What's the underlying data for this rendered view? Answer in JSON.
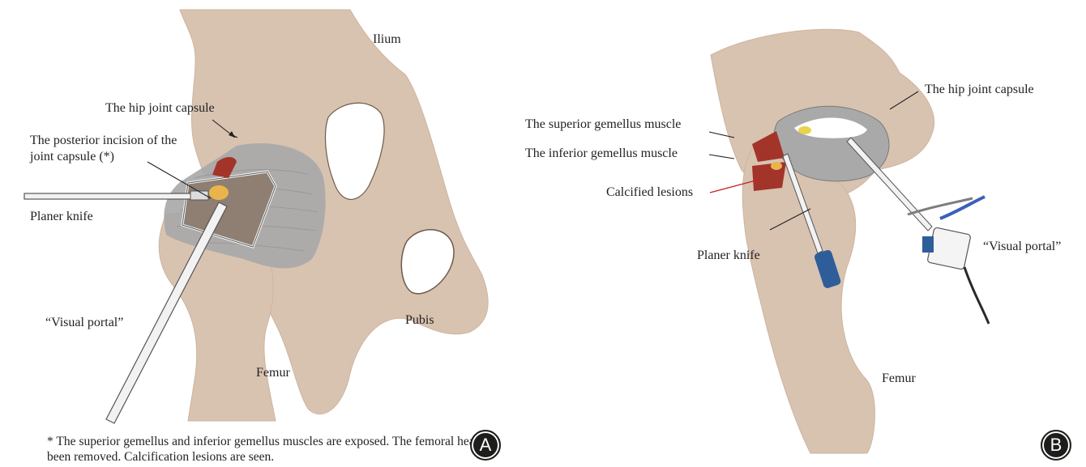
{
  "panel_a": {
    "labels": {
      "ilium": "Ilium",
      "hip_capsule": "The hip joint capsule",
      "posterior_incision": "The posterior incision of the\njoint capsule (*)",
      "planer_knife": "Planer knife",
      "visual_portal": "“Visual portal”",
      "pubis": "Pubis",
      "femur": "Femur"
    },
    "footnote": "* The superior gemellus and inferior gemellus muscles are exposed. The femoral head has been removed. Calcification lesions are seen.",
    "badge": "A"
  },
  "panel_b": {
    "labels": {
      "hip_capsule": "The hip joint capsule",
      "superior_gemellus": "The superior gemellus muscle",
      "inferior_gemellus": "The inferior gemellus muscle",
      "calcified_lesions": "Calcified lesions",
      "planer_knife": "Planer knife",
      "visual_portal": "“Visual portal”",
      "femur": "Femur"
    },
    "badge": "B"
  },
  "colors": {
    "bone": "#d8c3b1",
    "bone_shade": "#c7ab94",
    "capsule": "#a9a9a9",
    "muscle": "#a3342a",
    "lesion": "#e9b44c",
    "connector": "#4a5a8c",
    "leader_red": "#c2261d"
  }
}
